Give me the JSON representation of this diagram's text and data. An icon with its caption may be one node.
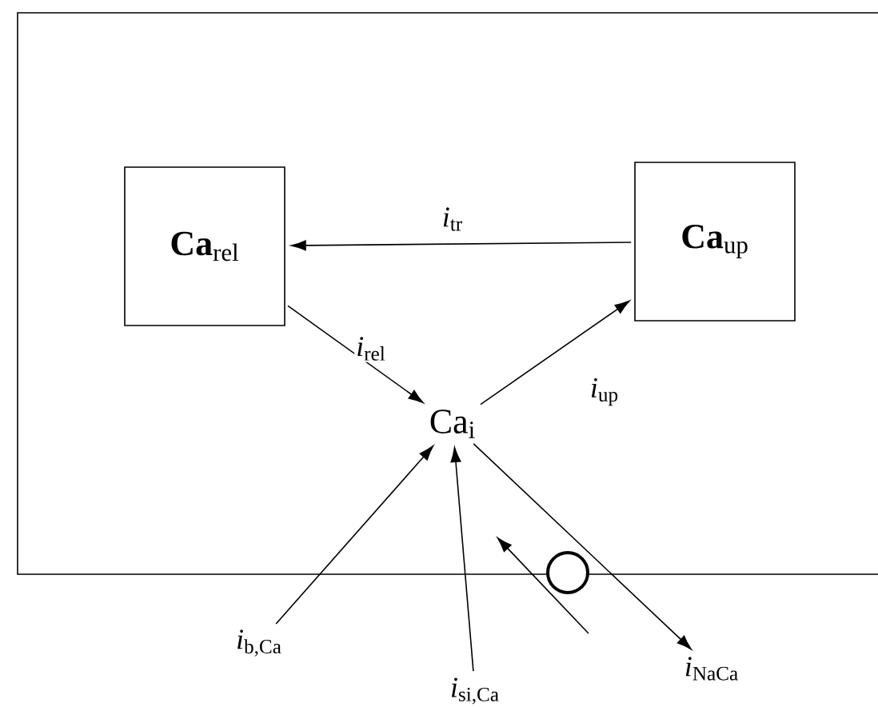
{
  "diagram": {
    "nodes": [
      {
        "text": [
          "**Ca**$_{rel}$"
        ]
      },
      {
        "text": [
          "**Ca**$_{up}$"
        ]
      },
      {
        "text": [
          "Ca$_{i}$"
        ]
      },
      {
        "text": [
          "*i*$_{b,Ca}$"
        ]
      },
      {
        "text": [
          "*i*$_{si,Ca}$"
        ]
      },
      {
        "text": [
          "*i*$_{NaCa}$"
        ]
      }
    ],
    "edges": [
      {
        "from": 1,
        "to": 0,
        "arrow": "to",
        "label": "*i*$_{tr}$"
      },
      {
        "from": 0,
        "to": 2,
        "arrow": "to",
        "label": "*i*$_{rel}$"
      },
      {
        "from": 2,
        "to": 1,
        "arrow": "to",
        "label": "*i*$_{up}$"
      },
      {
        "from": 3,
        "to": 2,
        "arrow": "to"
      },
      {
        "from": 4,
        "to": 2,
        "arrow": "to"
      },
      {
        "from": 2,
        "to": 5,
        "arrow": "to"
      }
    ]
  }
}
